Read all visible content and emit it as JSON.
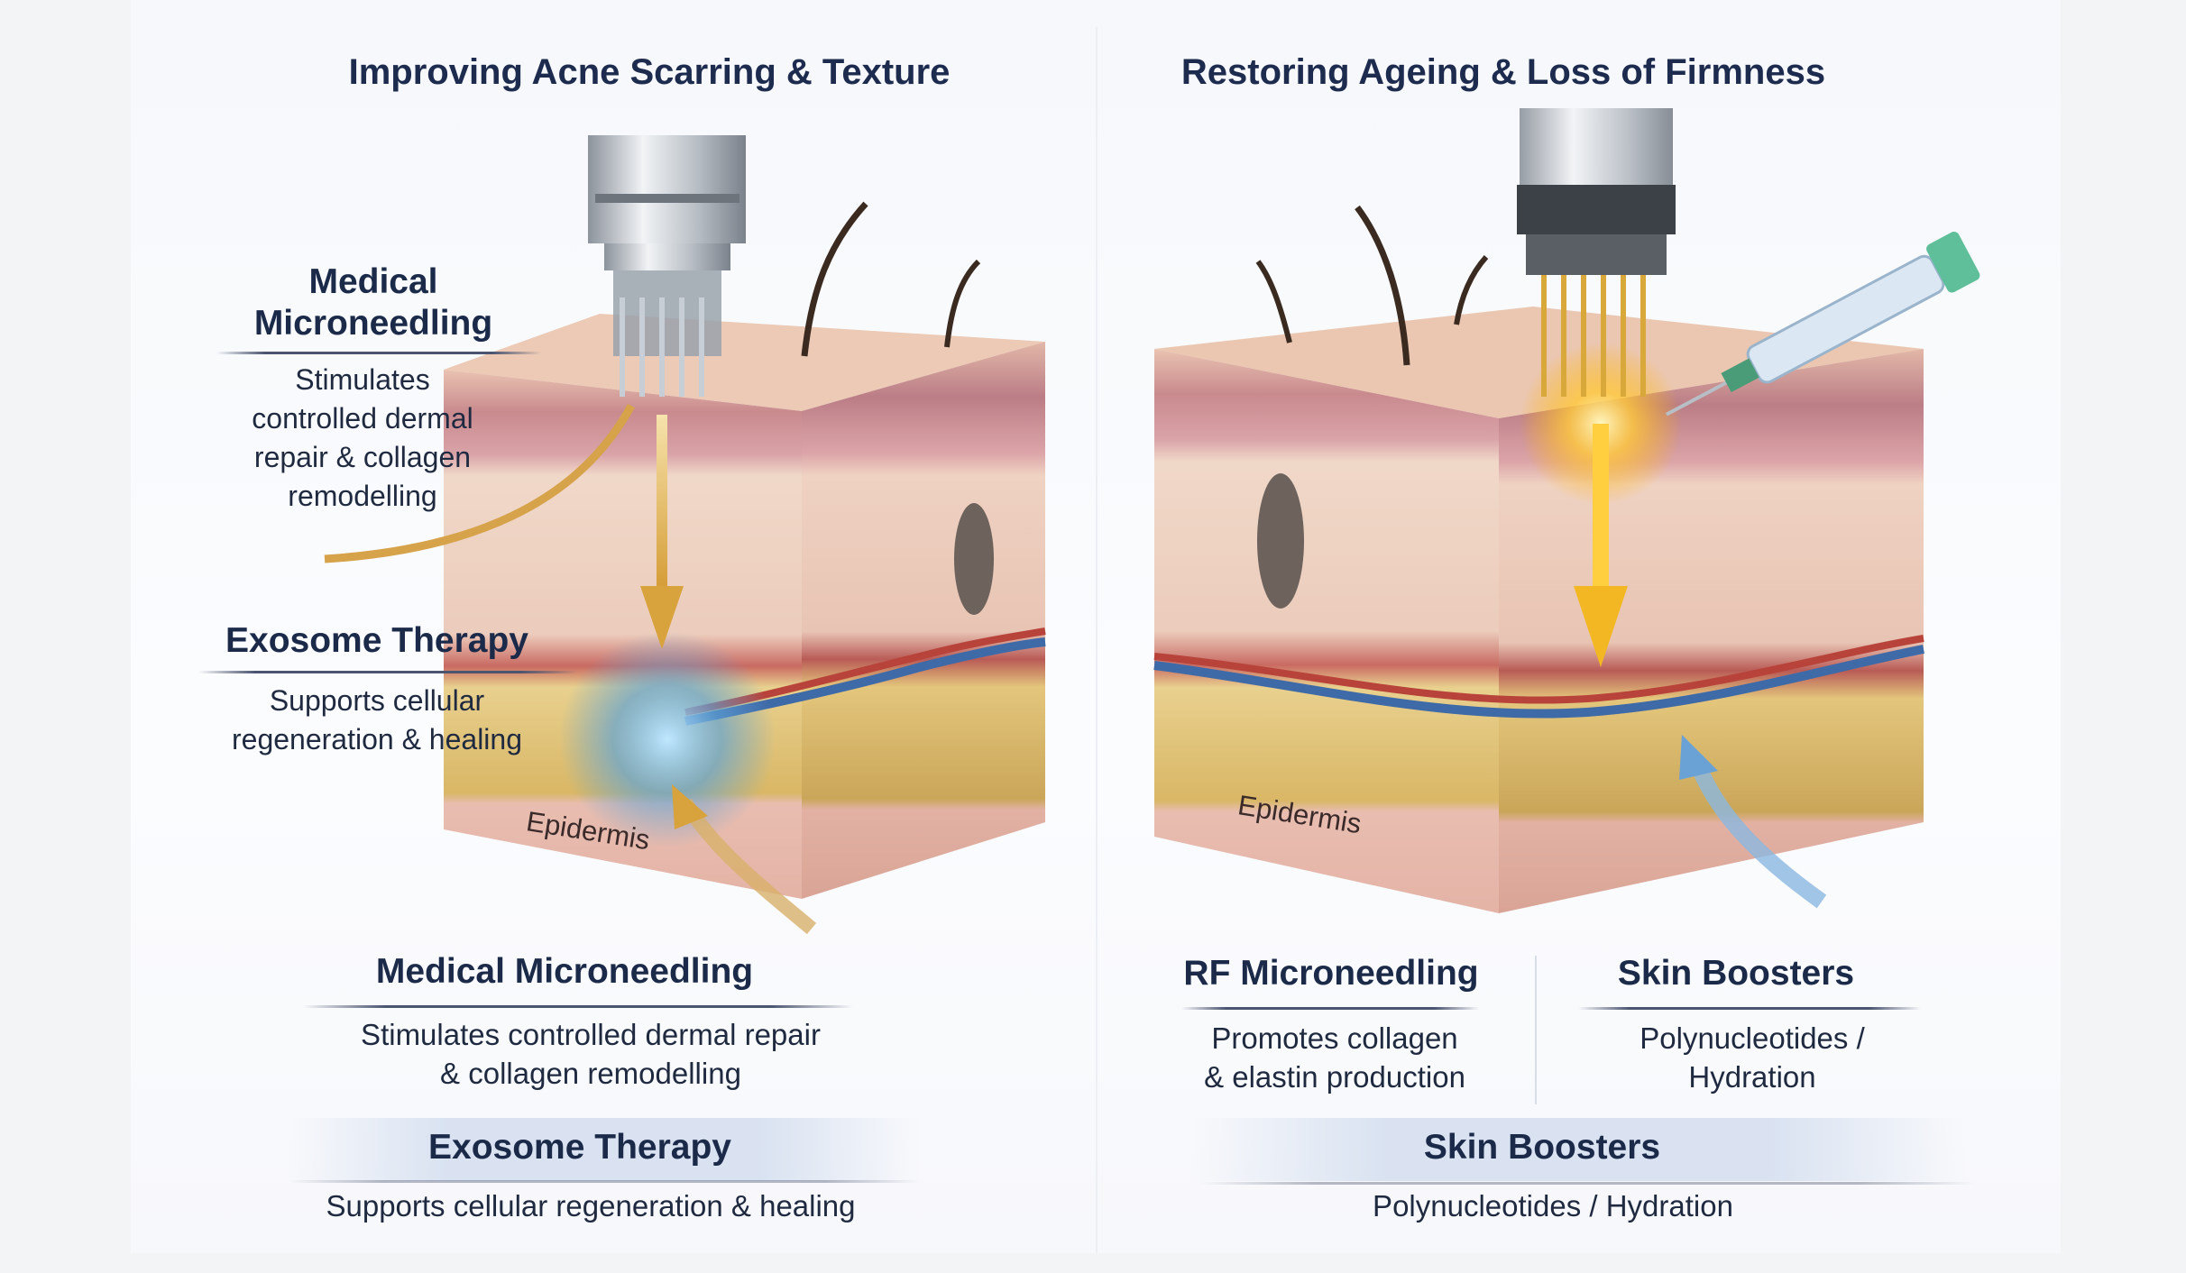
{
  "left": {
    "title": "Improving Acne Scarring & Texture",
    "callouts": [
      {
        "heading_line1": "Medical",
        "heading_line2": "Microneedling",
        "desc_lines": [
          "Stimulates",
          "controlled dermal",
          "repair & collagen",
          "remodelling"
        ]
      },
      {
        "heading": "Exosome Therapy",
        "desc_lines": [
          "Supports cellular",
          "regeneration & healing"
        ]
      }
    ],
    "layer_label": "Epidermis",
    "summary": [
      {
        "heading": "Medical Microneedling",
        "desc_lines": [
          "Stimulates controlled dermal repair",
          "& collagen remodelling"
        ]
      },
      {
        "heading": "Exosome Therapy",
        "desc_lines": [
          "Supports cellular regeneration & healing"
        ]
      }
    ]
  },
  "right": {
    "title": "Restoring Ageing & Loss of Firmness",
    "layer_label": "Epidermis",
    "summary": [
      {
        "heading": "RF Microneedling",
        "desc_lines": [
          "Promotes collagen",
          "& elastin production"
        ]
      },
      {
        "heading": "Skin Boosters",
        "desc_lines": [
          "Polynucleotides /",
          "Hydration"
        ]
      },
      {
        "heading": "Skin Boosters",
        "desc_lines": [
          "Polynucleotides / Hydration"
        ]
      }
    ]
  },
  "colors": {
    "heading": "#1c2a4a",
    "gold_arrow": "#d9a441",
    "blue_arrow": "#7fb0de",
    "fat": "#e6cf8a",
    "dermis": "#ecc9bd"
  }
}
